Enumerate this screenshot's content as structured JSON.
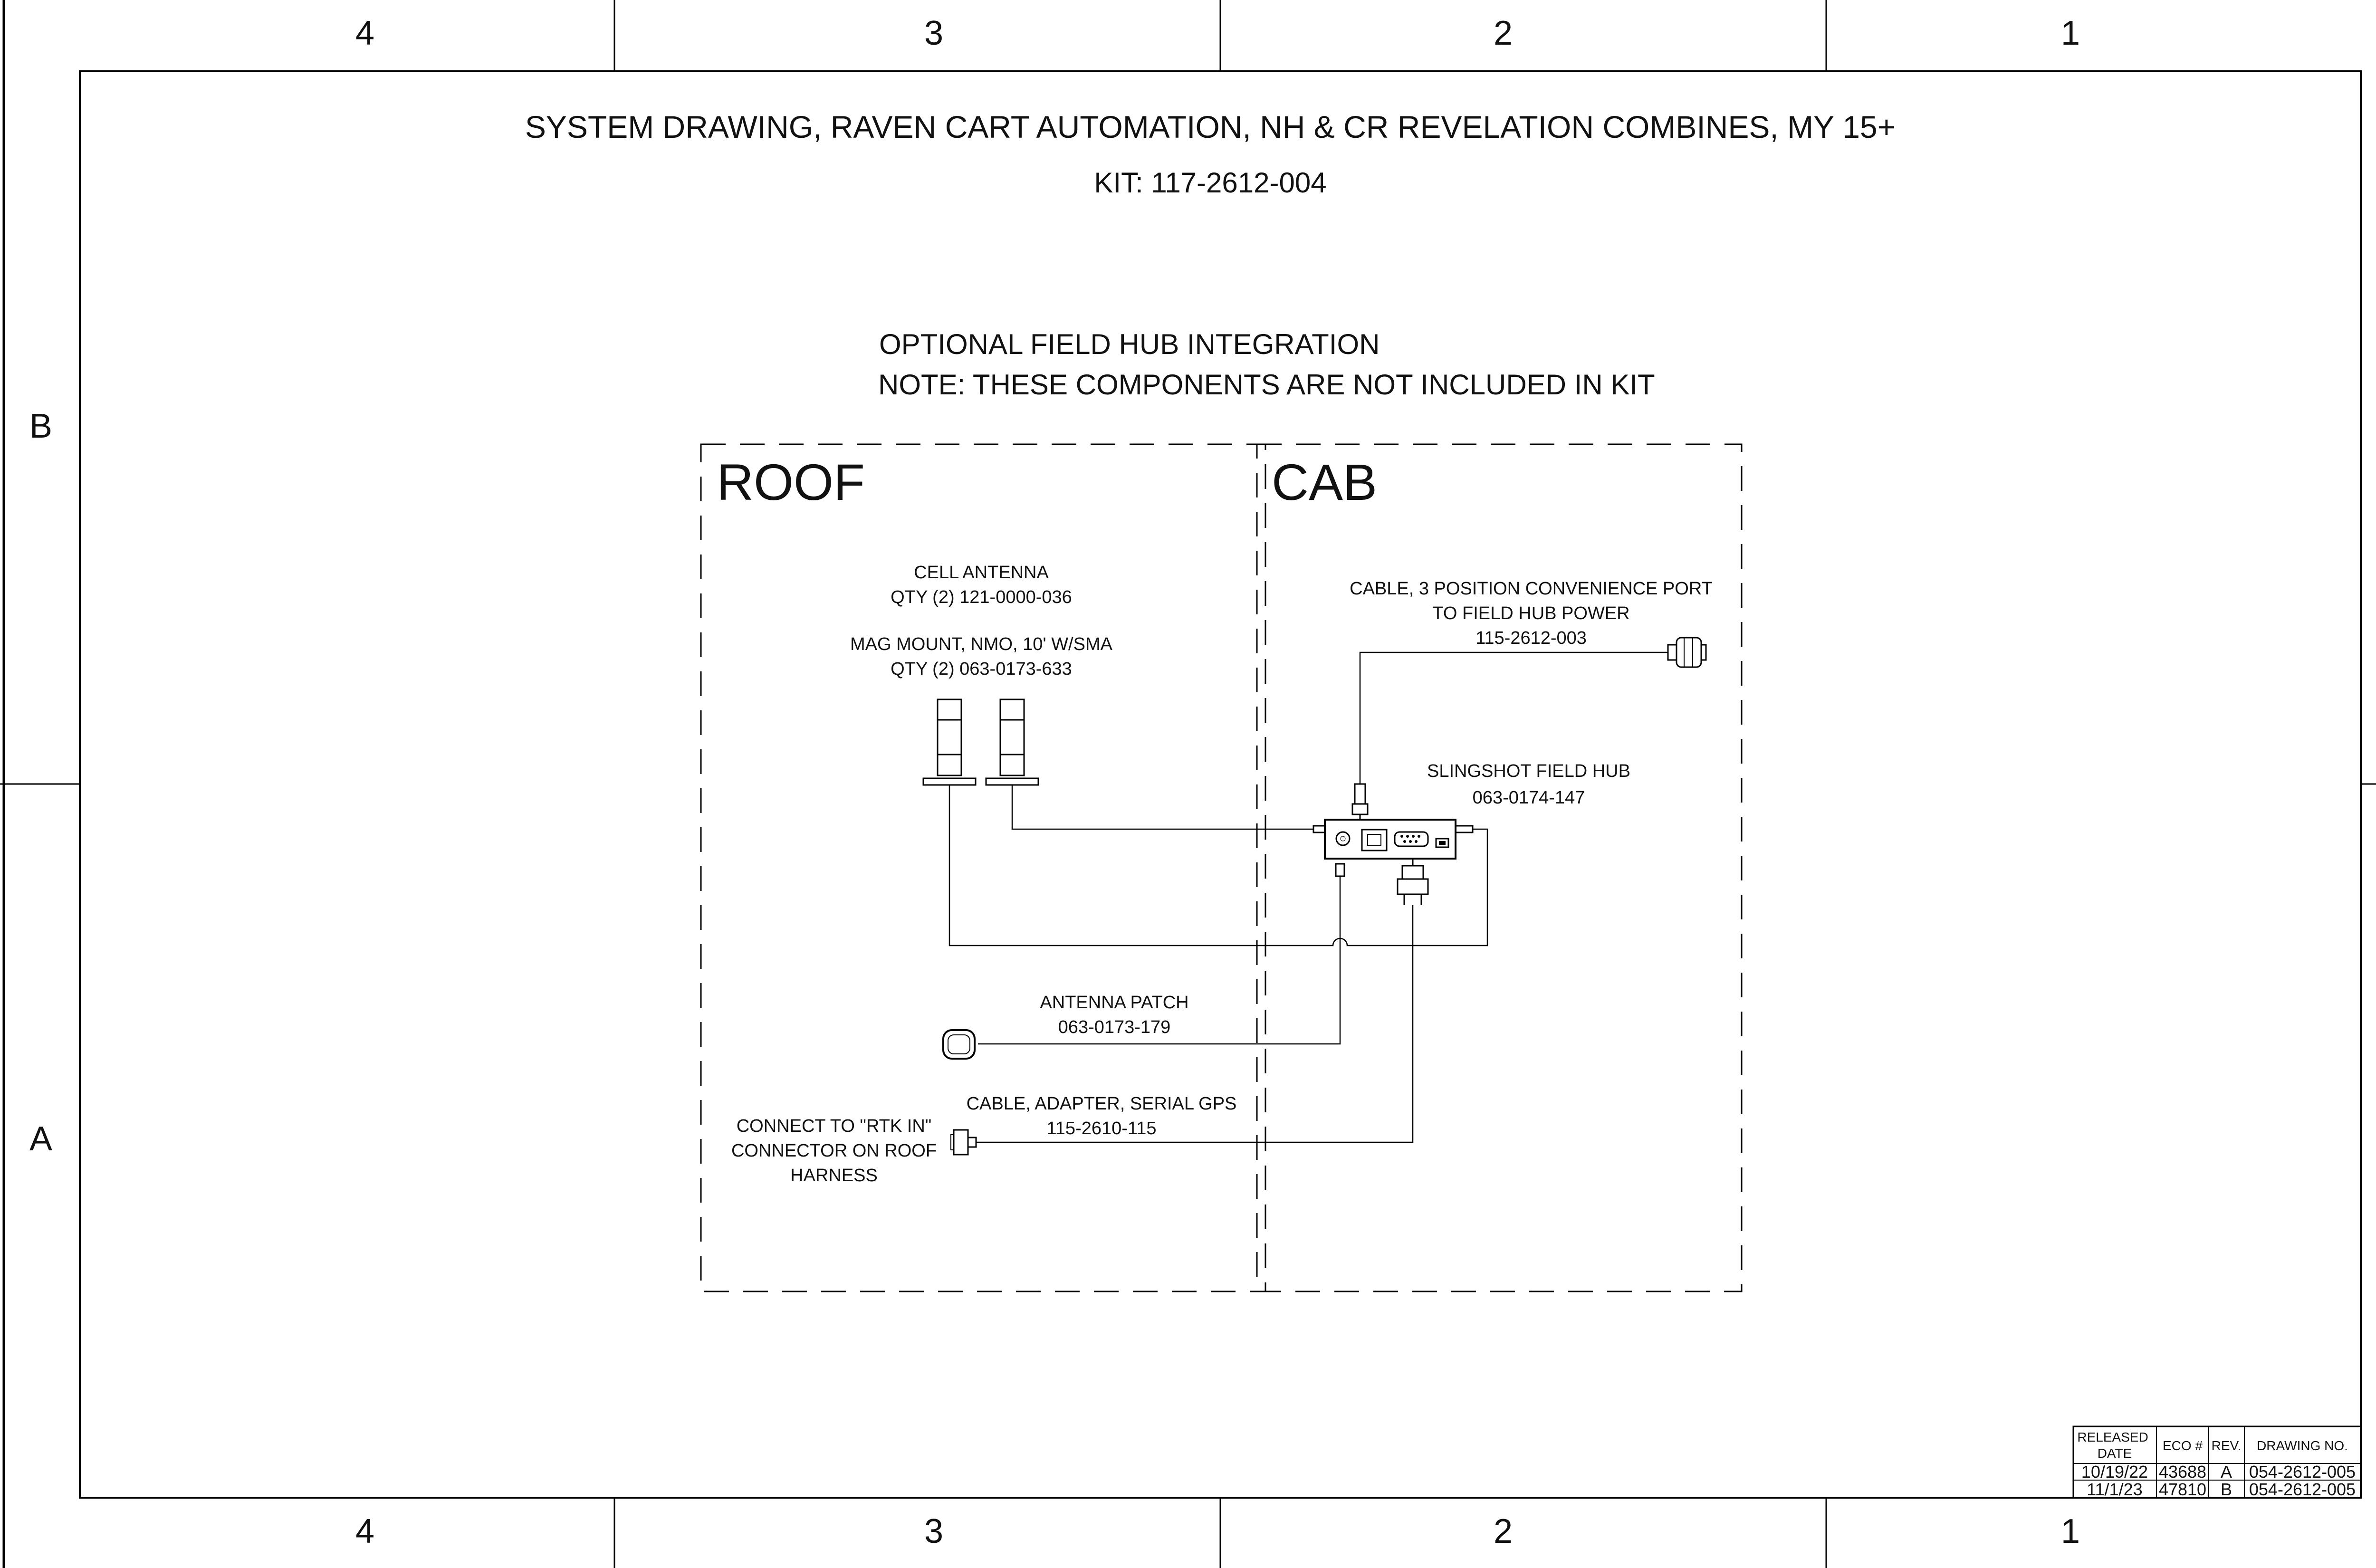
{
  "zones": {
    "columns": [
      "4",
      "3",
      "2",
      "1"
    ],
    "rows": [
      "B",
      "A"
    ]
  },
  "title": "SYSTEM DRAWING, RAVEN CART AUTOMATION, NH & CR REVELATION COMBINES, MY 15+",
  "kit": "KIT: 117-2612-004",
  "optional": {
    "heading": "OPTIONAL FIELD HUB INTEGRATION",
    "note": "NOTE: THESE COMPONENTS ARE NOT INCLUDED IN KIT"
  },
  "areas": {
    "roof": "ROOF",
    "cab": "CAB"
  },
  "labels": [
    {
      "name": "cell-antenna",
      "lines": [
        "CELL ANTENNA",
        "QTY (2) 121-0000-036"
      ]
    },
    {
      "name": "mag-mount",
      "lines": [
        "MAG MOUNT, NMO, 10' W/SMA",
        "QTY (2) 063-0173-633"
      ]
    },
    {
      "name": "power-cable",
      "lines": [
        "CABLE, 3 POSITION CONVENIENCE PORT",
        "TO FIELD HUB POWER",
        "115-2612-003"
      ]
    },
    {
      "name": "field-hub",
      "lines": [
        "SLINGSHOT FIELD HUB",
        "063-0174-147"
      ]
    },
    {
      "name": "antenna-patch",
      "lines": [
        "ANTENNA PATCH",
        "063-0173-179"
      ]
    },
    {
      "name": "serial-gps-cable",
      "lines": [
        "CABLE, ADAPTER, SERIAL GPS",
        "115-2610-115"
      ]
    },
    {
      "name": "rtk-note",
      "lines": [
        "CONNECT TO \"RTK IN\"",
        "CONNECTOR ON ROOF",
        "HARNESS"
      ]
    }
  ],
  "revision_block": {
    "headers": [
      "RELEASED DATE",
      "ECO #",
      "REV.",
      "DRAWING NO."
    ],
    "rows": [
      [
        "10/19/22",
        "43688",
        "A",
        "054-2612-005"
      ],
      [
        "11/1/23",
        "47810",
        "B",
        "054-2612-005"
      ]
    ]
  }
}
